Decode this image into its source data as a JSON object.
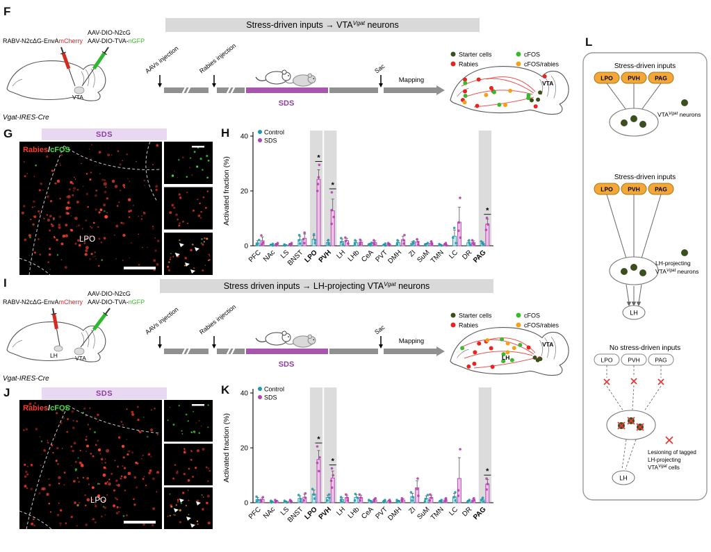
{
  "colors": {
    "control": "#1e9aad",
    "control_fill": "#c9e9ee",
    "sds": "#b53fae",
    "sds_fill": "#eac3e6",
    "starter_cells": "#3a4f1d",
    "cfos": "#3cb82e",
    "rabies": "#e8241f",
    "cfos_rabies": "#f2a11c",
    "orange_node": "#f3a737",
    "orange_node_edge": "#a9761d",
    "title_bar_bg": "#d9d9d9",
    "sds_header_bg": "#e8d8f1",
    "sds_header_text": "#8d3f9f",
    "timeline_gray": "#909090",
    "timeline_purple": "#a855ae",
    "band": "#dcdcdc",
    "red_x": "#e23b3b",
    "stain_red": "#ff3b2a",
    "stain_green": "#3ee03e"
  },
  "panel_F": {
    "label": "F",
    "title_pre": "Stress-driven inputs → VTA",
    "title_sup": "Vgat",
    "title_post": " neurons",
    "virus1_black": "RABV-N2cΔG-EnvA",
    "virus1_red": "mCherry",
    "virus2_line1": "AAV-DIO-N2cG",
    "virus2_line2_black": "AAV-DIO-TVA-",
    "virus2_line2_green": "nGFP",
    "injection_site": "VTA",
    "cre_line": "Vgat-IRES-Cre",
    "timeline": {
      "step1": "AAVs injection",
      "step2": "Rabies injection",
      "sds": "SDS",
      "sac": "Sac",
      "mapping": "Mapping"
    },
    "legend": {
      "starter": "Starter cells",
      "cfos": "cFOS",
      "rabies": "Rabies",
      "cfos_rabies": "cFOS/rabies"
    },
    "map_region": "VTA"
  },
  "panel_G": {
    "label": "G",
    "header": "SDS",
    "stain_red": "Rabies",
    "stain_sep": "/",
    "stain_green": "cFOS",
    "region": "LPO"
  },
  "panel_H": {
    "label": "H"
  },
  "panel_I": {
    "label": "I",
    "title_pre": "Stress driven inputs → LH-projecting VTA",
    "title_sup": "Vgat",
    "title_post": " neurons",
    "virus1_black": "RABV-N2cΔG-EnvA",
    "virus1_red": "mCherry",
    "virus2_line1": "AAV-DIO-N2cG",
    "virus2_line2_black": "AAV-DIO-TVA-",
    "virus2_line2_green": "nGFP",
    "injection_site": "VTA",
    "injection_site2": "LH",
    "cre_line": "Vgat-IRES-Cre",
    "timeline": {
      "step1": "AAVs injection",
      "step2": "Rabies injection",
      "sds": "SDS",
      "sac": "Sac",
      "mapping": "Mapping"
    },
    "legend": {
      "starter": "Starter cells",
      "cfos": "cFOS",
      "rabies": "Rabies",
      "cfos_rabies": "cFOS/rabies"
    },
    "map_region": "VTA",
    "map_region2": "LH"
  },
  "panel_J": {
    "label": "J",
    "header": "SDS",
    "stain_red": "Rabies",
    "stain_sep": "/",
    "stain_green": "cFOS",
    "region": "LPO"
  },
  "panel_K": {
    "label": "K"
  },
  "panel_L": {
    "label": "L",
    "s1": {
      "title": "Stress-driven inputs",
      "nodes": [
        "LPO",
        "PVH",
        "PAG"
      ],
      "caption_pre": "VTA",
      "caption_sup": "Vgat",
      "caption_post": " neurons"
    },
    "s2": {
      "title": "Stress-driven inputs",
      "nodes": [
        "LPO",
        "PVH",
        "PAG"
      ],
      "caption_line1": "LH-projecting",
      "caption_pre": "VTA",
      "caption_sup": "Vgat",
      "caption_post": " neurons",
      "lh": "LH"
    },
    "s3": {
      "title": "No stress-driven inputs",
      "nodes": [
        "LPO",
        "PVH",
        "PAG"
      ],
      "caption_line1": "Lesioning of tagged",
      "caption_line2": "LH-projecting",
      "caption_pre": "VTA",
      "caption_sup": "Vgat",
      "caption_post": " cells",
      "lh": "LH"
    }
  },
  "chart_data": [
    {
      "id": "H",
      "type": "bar",
      "title": "",
      "xlabel": "",
      "ylabel": "Activated fraction (%)",
      "ylim": [
        0,
        40
      ],
      "yticks": [
        0,
        20,
        40
      ],
      "legend": [
        "Control",
        "SDS"
      ],
      "sig": "*",
      "categories": [
        "PFC",
        "NAc",
        "LS",
        "BNST",
        "LPO",
        "PVH",
        "LH",
        "LHb",
        "CeA",
        "PVT",
        "DMH",
        "ZI",
        "SuM",
        "TMN",
        "LC",
        "DR",
        "PAG"
      ],
      "highlighted": [
        "LPO",
        "PVH",
        "PAG"
      ],
      "significant": [
        "LPO",
        "PVH",
        "PAG"
      ],
      "series": [
        {
          "name": "Control",
          "points": [
            [
              0.3,
              0.8,
              2.1
            ],
            [
              0.1,
              0.3,
              0.7
            ],
            [
              0.1,
              0.2,
              0.5
            ],
            [
              0.8,
              2,
              3.9
            ],
            [
              1,
              2,
              4.2
            ],
            [
              0.4,
              1,
              2.1
            ],
            [
              0.5,
              1.4,
              2.8
            ],
            [
              0.3,
              1,
              2
            ],
            [
              0.2,
              0.5,
              1.1
            ],
            [
              0.1,
              0.3,
              0.8
            ],
            [
              0.4,
              1,
              2
            ],
            [
              0.3,
              0.9,
              1.6
            ],
            [
              0.2,
              0.5,
              1
            ],
            [
              0.1,
              0.3,
              0.6
            ],
            [
              1,
              3,
              6.5
            ],
            [
              0.3,
              1,
              2
            ],
            [
              0.3,
              0.8,
              1.6
            ]
          ]
        },
        {
          "name": "SDS",
          "points": [
            [
              0.5,
              1.2,
              3.8
            ],
            [
              0.2,
              0.5,
              1
            ],
            [
              0.2,
              0.5,
              1
            ],
            [
              1,
              2.4,
              4.8
            ],
            [
              20,
              22.5,
              25,
              29.5
            ],
            [
              8,
              10.5,
              13,
              19.5
            ],
            [
              0.8,
              1.8,
              3
            ],
            [
              0.5,
              1.2,
              2.2
            ],
            [
              0.5,
              1,
              2
            ],
            [
              0.2,
              0.5,
              1
            ],
            [
              0.8,
              2,
              3.9
            ],
            [
              0.5,
              1.4,
              2.4
            ],
            [
              0.3,
              0.9,
              1.6
            ],
            [
              0.2,
              0.5,
              1
            ],
            [
              3,
              5.5,
              8.5,
              17.5
            ],
            [
              0.5,
              1,
              2
            ],
            [
              5.8,
              7.8,
              10.2
            ]
          ]
        }
      ]
    },
    {
      "id": "K",
      "type": "bar",
      "title": "",
      "xlabel": "",
      "ylabel": "Activated fraction (%)",
      "ylim": [
        0,
        40
      ],
      "yticks": [
        0,
        20,
        40
      ],
      "legend": [
        "Control",
        "SDS"
      ],
      "sig": "*",
      "categories": [
        "PFC",
        "NAc",
        "LS",
        "BNST",
        "LPO",
        "PVH",
        "LH",
        "LHb",
        "CeA",
        "PVT",
        "DMH",
        "ZI",
        "SuM",
        "TMN",
        "LC",
        "DR",
        "PAG"
      ],
      "highlighted": [
        "LPO",
        "PVH",
        "PAG"
      ],
      "significant": [
        "LPO",
        "PVH",
        "PAG"
      ],
      "series": [
        {
          "name": "Control",
          "points": [
            [
              0.4,
              1,
              2.2
            ],
            [
              0.1,
              0.3,
              0.7
            ],
            [
              0.1,
              0.3,
              0.7
            ],
            [
              0.5,
              1.4,
              2.8
            ],
            [
              1.5,
              3,
              5
            ],
            [
              0.8,
              1.8,
              3
            ],
            [
              0.4,
              1,
              2
            ],
            [
              0.8,
              1.8,
              3.2
            ],
            [
              0.2,
              0.5,
              1
            ],
            [
              0.2,
              0.5,
              1
            ],
            [
              0.2,
              0.5,
              1
            ],
            [
              0.8,
              2,
              3.8
            ],
            [
              0.5,
              1.4,
              2.8
            ],
            [
              0.2,
              0.5,
              1
            ],
            [
              0.8,
              2,
              3.8
            ],
            [
              0.2,
              0.5,
              1
            ],
            [
              0.4,
              1,
              1.8
            ]
          ]
        },
        {
          "name": "SDS",
          "points": [
            [
              0.5,
              1,
              2
            ],
            [
              0.2,
              0.5,
              1
            ],
            [
              0.2,
              0.5,
              1
            ],
            [
              0.8,
              1.8,
              3.4
            ],
            [
              11.5,
              14.5,
              16.5,
              20.5
            ],
            [
              5.5,
              8,
              10,
              12.5
            ],
            [
              0.8,
              1.8,
              3
            ],
            [
              0.8,
              1.8,
              3
            ],
            [
              0.4,
              1,
              1.6
            ],
            [
              0.2,
              0.5,
              1
            ],
            [
              0.4,
              1,
              1.6
            ],
            [
              2.5,
              5,
              8.8
            ],
            [
              0.8,
              1.8,
              3
            ],
            [
              0.4,
              1,
              1.6
            ],
            [
              2.5,
              4.5,
              19.5
            ],
            [
              0.4,
              1,
              1.6
            ],
            [
              4.8,
              6.8,
              8.8
            ]
          ]
        }
      ]
    }
  ]
}
